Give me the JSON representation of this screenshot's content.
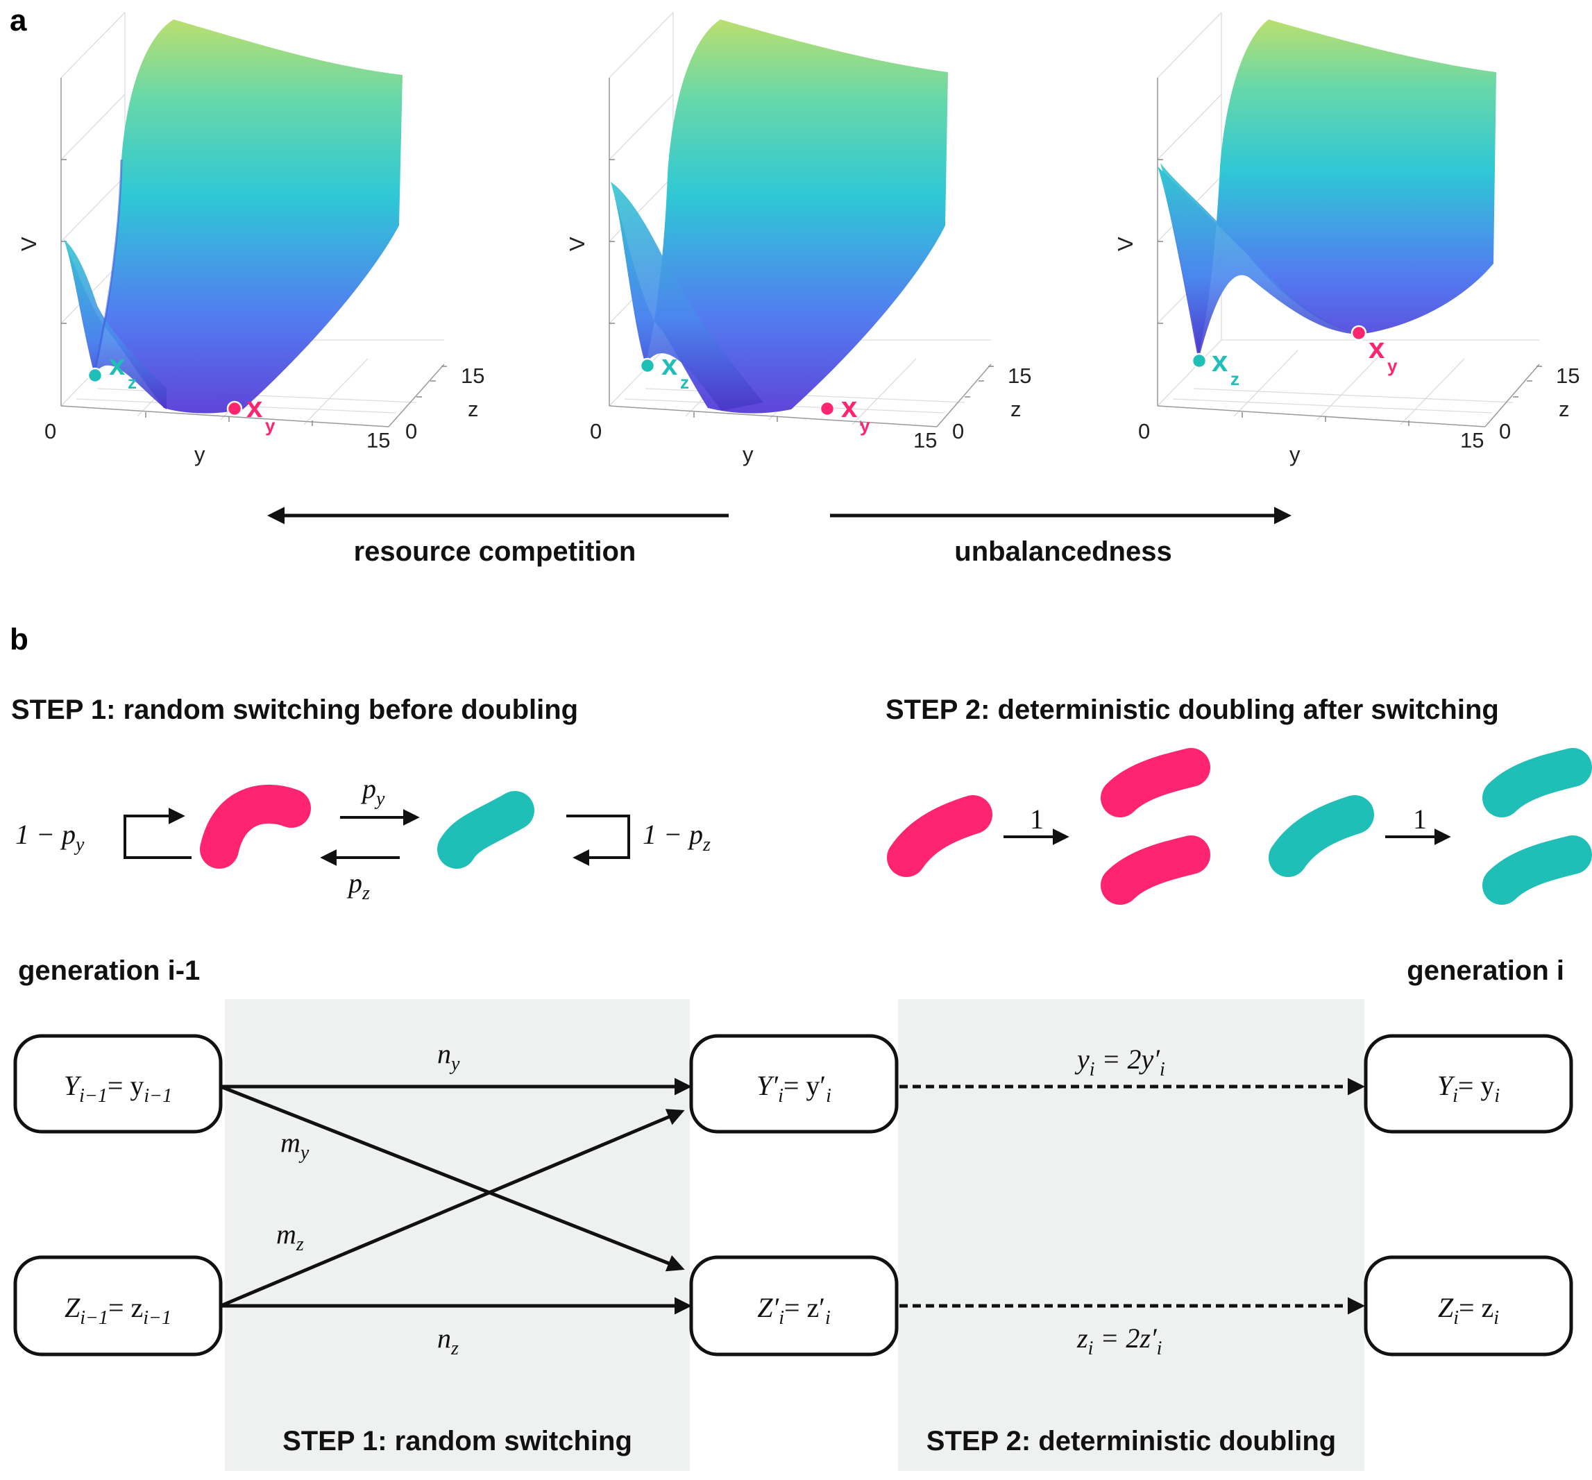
{
  "panel_a": {
    "label": "a",
    "plots": [
      {
        "v_label": "V",
        "y_label": "y",
        "z_label": "z",
        "y_tick_min": "0",
        "y_tick_max": "15",
        "z_tick_min": "0",
        "z_tick_max": "15",
        "marker_z": "x",
        "marker_z_sub": "z",
        "marker_y": "x",
        "marker_y_sub": "y"
      },
      {
        "v_label": "V",
        "y_label": "y",
        "z_label": "z",
        "y_tick_min": "0",
        "y_tick_max": "15",
        "z_tick_min": "0",
        "z_tick_max": "15",
        "marker_z": "x",
        "marker_z_sub": "z",
        "marker_y": "x",
        "marker_y_sub": "y"
      },
      {
        "v_label": "V",
        "y_label": "y",
        "z_label": "z",
        "y_tick_min": "0",
        "y_tick_max": "15",
        "z_tick_min": "0",
        "z_tick_max": "15",
        "marker_z": "x",
        "marker_z_sub": "z",
        "marker_y": "x",
        "marker_y_sub": "y"
      }
    ],
    "left_arrow_label": "resource competition",
    "right_arrow_label": "unbalancedness"
  },
  "panel_b": {
    "label": "b",
    "step1_title": "STEP 1: random switching before doubling",
    "step2_title": "STEP 2: deterministic doubling after switching",
    "stay_y": "1 − p",
    "stay_y_sub": "y",
    "switch_py": "p",
    "switch_py_sub": "y",
    "switch_pz": "p",
    "switch_pz_sub": "z",
    "stay_z": "1 − p",
    "stay_z_sub": "z",
    "doubling_rate_y": "1",
    "doubling_rate_z": "1",
    "gen_prev": "generation i-1",
    "gen_next": "generation i",
    "box_Y_prev": "Y",
    "box_Y_prev_sub": "i−1",
    "box_Y_prev_rhs": "= y",
    "box_Y_prev_rhs_sub": "i−1",
    "box_Z_prev": "Z",
    "box_Z_prev_sub": "i−1",
    "box_Z_prev_rhs": "= z",
    "box_Z_prev_rhs_sub": "i−1",
    "box_Y_mid": "Y′",
    "box_Y_mid_sub": "i",
    "box_Y_mid_rhs": "= y′",
    "box_Y_mid_rhs_sub": "i",
    "box_Z_mid": "Z′",
    "box_Z_mid_sub": "i",
    "box_Z_mid_rhs": "= z′",
    "box_Z_mid_rhs_sub": "i",
    "box_Y_next": "Y",
    "box_Y_next_sub": "i",
    "box_Y_next_rhs": "= y",
    "box_Y_next_rhs_sub": "i",
    "box_Z_next": "Z",
    "box_Z_next_sub": "i",
    "box_Z_next_rhs": "= z",
    "box_Z_next_rhs_sub": "i",
    "edge_ny": "n",
    "edge_ny_sub": "y",
    "edge_nz": "n",
    "edge_nz_sub": "z",
    "edge_my": "m",
    "edge_my_sub": "y",
    "edge_mz": "m",
    "edge_mz_sub": "z",
    "eq_y": "y",
    "eq_y_sub": "i",
    "eq_y_rhs": " = 2y′",
    "eq_y_rhs_sub": "i",
    "eq_z": "z",
    "eq_z_sub": "i",
    "eq_z_rhs": " = 2z′",
    "eq_z_rhs_sub": "i",
    "shade1_label": "STEP 1: random switching",
    "shade2_label": "STEP 2: deterministic doubling"
  },
  "colors": {
    "pink": "#ff2470",
    "teal": "#1fbfb8"
  }
}
